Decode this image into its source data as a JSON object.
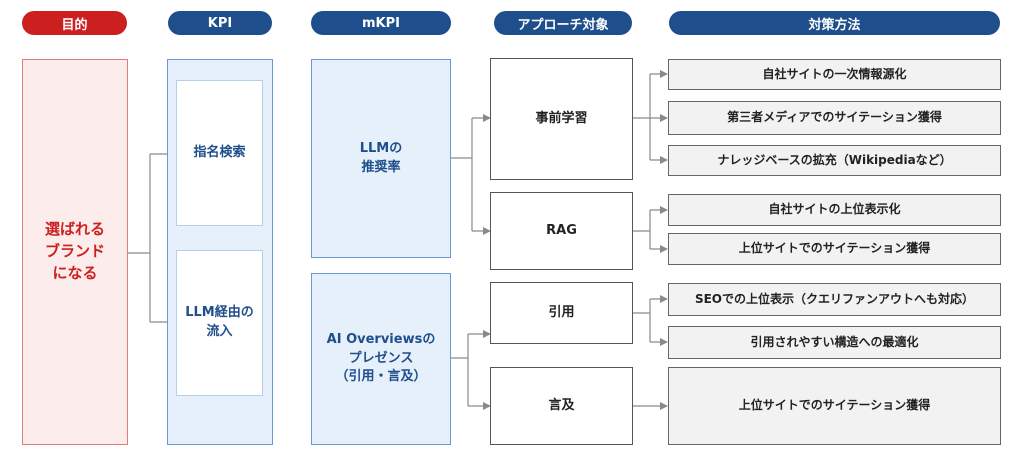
{
  "headers": {
    "purpose": "目的",
    "kpi": "KPI",
    "mkpi": "mKPI",
    "approach": "アプローチ対象",
    "measures": "対策方法"
  },
  "purpose": {
    "line1": "選ばれる",
    "line2": "ブランド",
    "line3": "になる"
  },
  "kpi": {
    "branded_search": "指名検索",
    "llm_inflow_line1": "LLM経由の",
    "llm_inflow_line2": "流入"
  },
  "mkpi": {
    "llm_recommend_line1": "LLMの",
    "llm_recommend_line2": "推奨率",
    "aio_line1": "AI Overviewsの",
    "aio_line2": "プレゼンス",
    "aio_line3": "（引用・言及）"
  },
  "approach": {
    "pretraining": "事前学習",
    "rag": "RAG",
    "citation": "引用",
    "mention": "言及"
  },
  "measures": {
    "m1": "自社サイトの一次情報源化",
    "m2": "第三者メディアでのサイテーション獲得",
    "m3": "ナレッジベースの拡充（Wikipediaなど）",
    "m4": "自社サイトの上位表示化",
    "m5": "上位サイトでのサイテーション獲得",
    "m6": "SEOでの上位表示（クエリファンアウトへも対応）",
    "m7": "引用されやすい構造への最適化",
    "m8": "上位サイトでのサイテーション獲得"
  },
  "colors": {
    "navy": "#1f4e8c",
    "red": "#cc1f1f",
    "light_blue_fill": "#e6f0fa",
    "light_red_fill": "#fdecec",
    "gray_fill": "#f2f2f2",
    "connector": "#8a8a8a"
  }
}
